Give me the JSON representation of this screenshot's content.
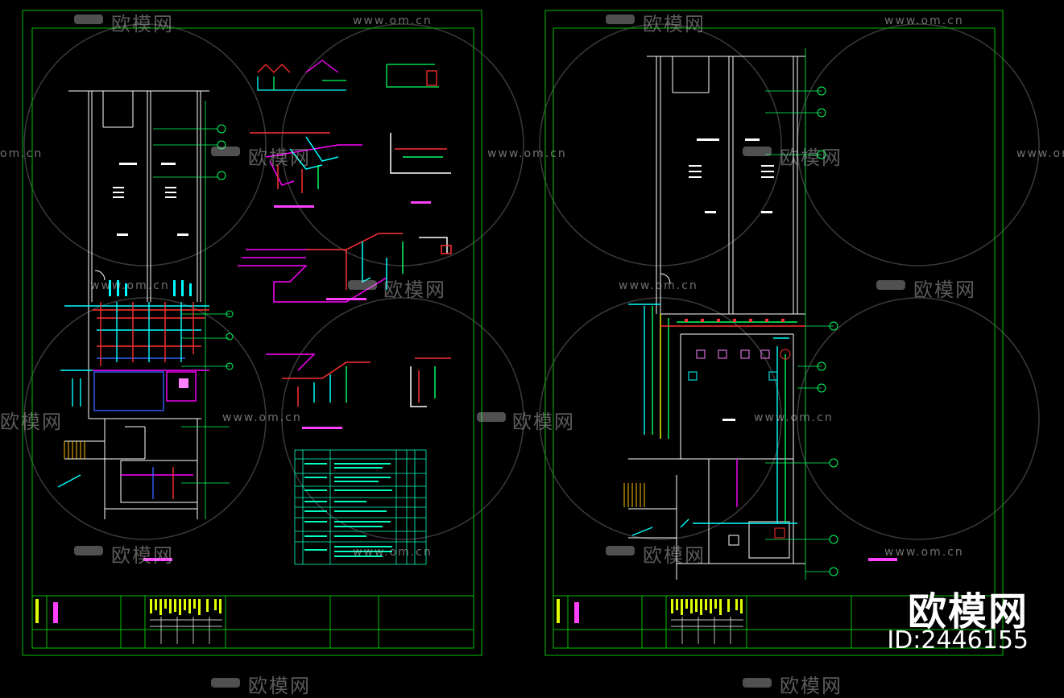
{
  "watermark": {
    "brand": "欧模网",
    "url": "www.om.cn",
    "url_fragment": "om.cn",
    "id_label": "ID:2446155"
  },
  "colors": {
    "background": "#000000",
    "frame": "#00c000",
    "wall": "#ffffff",
    "pipe_red": "#ff3030",
    "pipe_magenta": "#ff00ff",
    "pipe_cyan": "#00ffff",
    "pipe_blue": "#3060ff",
    "axis_green": "#00ff60",
    "titleblock_yellow": "#e0ff00",
    "table_cyan": "#00ffc0"
  },
  "sheets": [
    {
      "name": "sheet-left"
    },
    {
      "name": "sheet-right"
    }
  ],
  "icons": [
    "cad-drawing-icon",
    "sofa-logo-icon"
  ]
}
